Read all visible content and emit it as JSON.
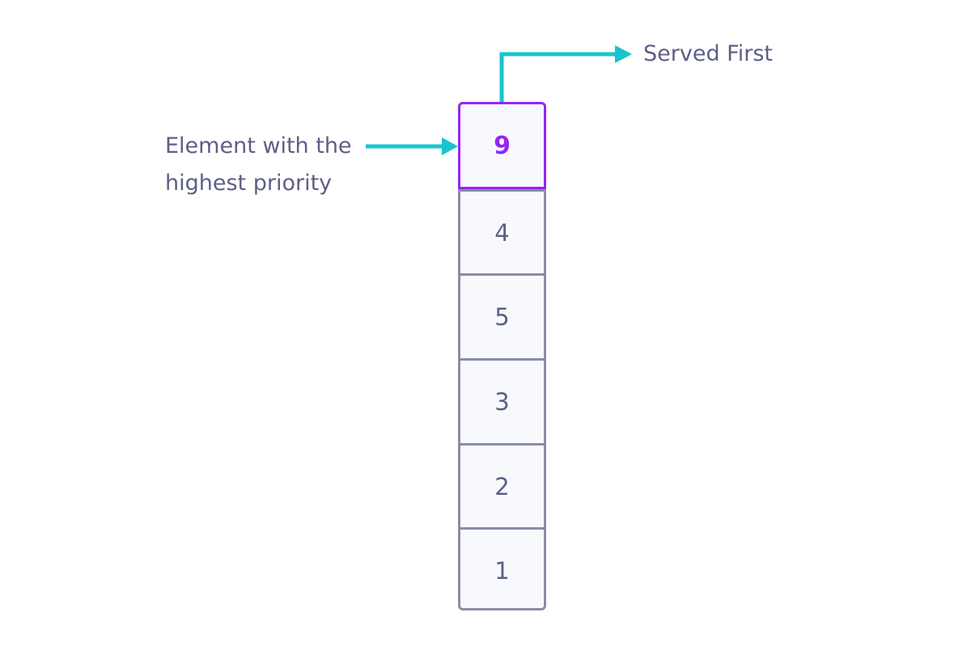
{
  "labels": {
    "served_first": "Served First",
    "highest_priority": "Element with the highest priority"
  },
  "stack": {
    "top_value": "9",
    "values": [
      "4",
      "5",
      "3",
      "2",
      "1"
    ]
  },
  "colors": {
    "arrow": "#18c4cf",
    "highlight": "#9526f0",
    "text": "#5d5f86",
    "cell_border": "#8b8ca8",
    "cell_fill": "#f8f9fd"
  },
  "icons": {
    "served_arrow": "right-arrow-icon",
    "priority_arrow": "right-arrow-icon"
  }
}
